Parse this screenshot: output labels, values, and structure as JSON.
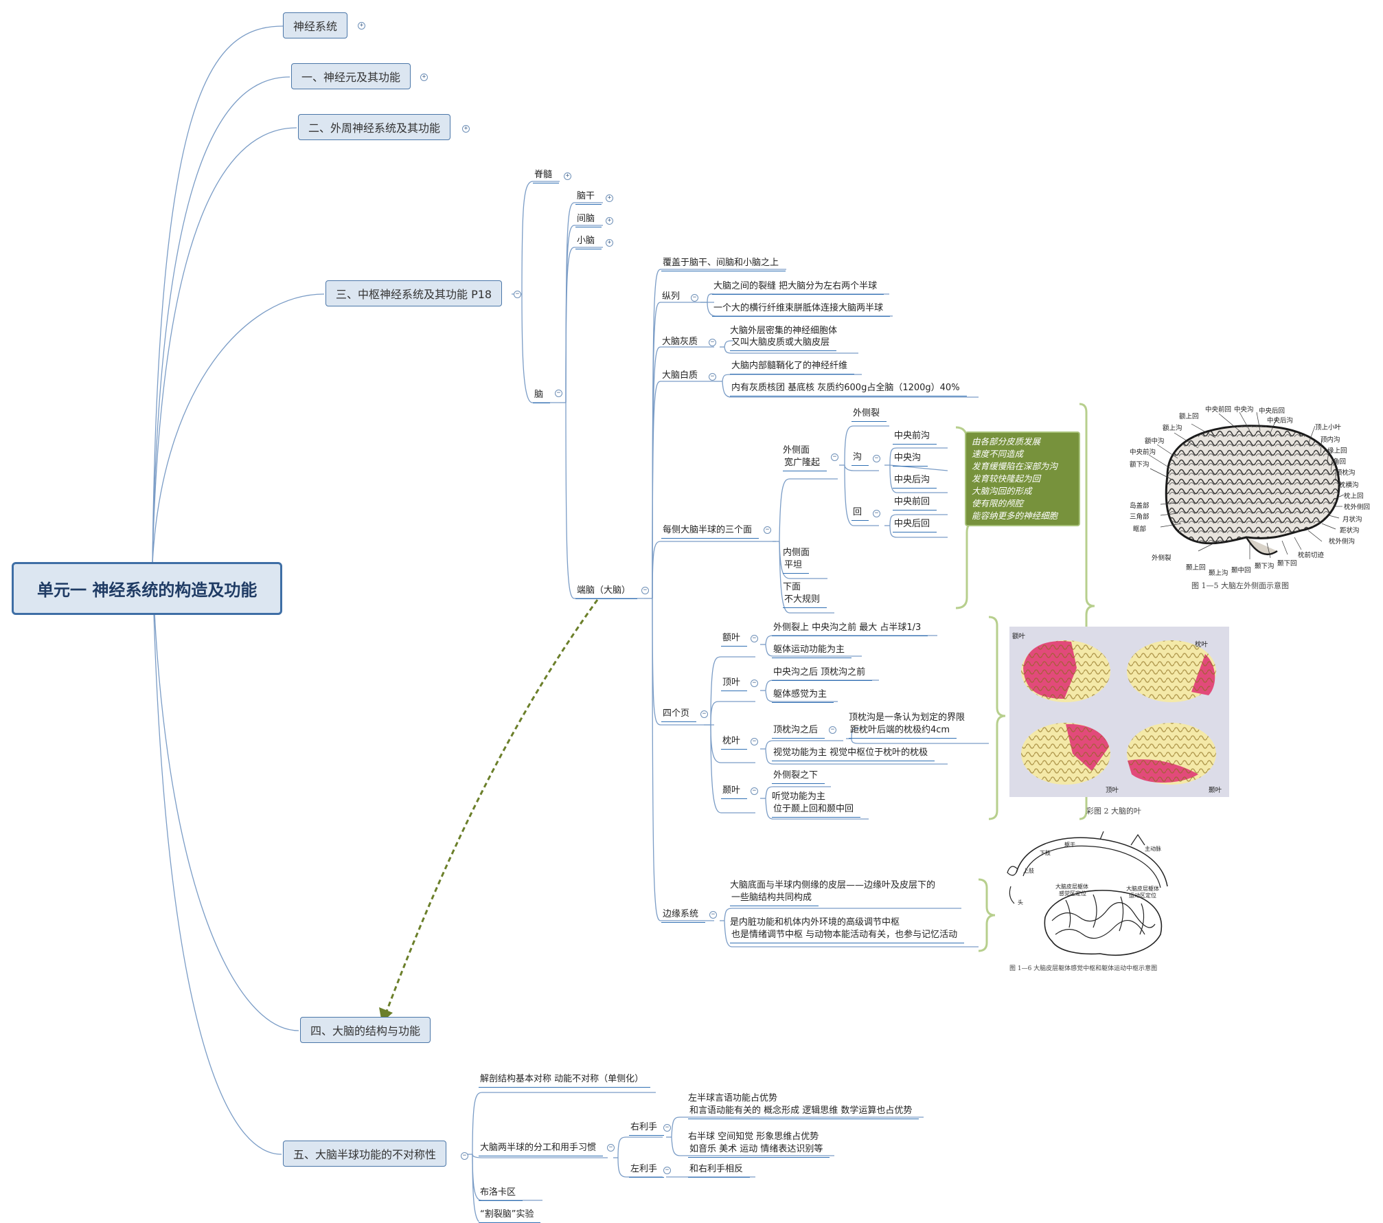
{
  "root": "单元一 神经系统的构造及功能",
  "topics": [
    "神经系统",
    "一、神经元及其功能",
    "二、外周神经系统及其功能",
    "三、中枢神经系统及其功能 P18",
    "四、大脑的结构与功能",
    "五、大脑半球功能的不对称性"
  ],
  "cns": {
    "spinal": "脊髓",
    "brain": "脑",
    "brainstem": "脑干",
    "diencephalon": "间脑",
    "cerebellum": "小脑",
    "cerebrum": "端脑（大脑）"
  },
  "cerebrum": {
    "cover": "覆盖于脑干、间脑和小脑之上",
    "fissure": "纵列",
    "fissure_items": [
      "大脑之间的裂缝 把大脑分为左右两个半球",
      "一个大的横行纤维束胼胝体连接大脑两半球"
    ],
    "gray": "大脑灰质",
    "gray_items": [
      "大脑外层密集的神经细胞体",
      "又叫大脑皮质或大脑皮层"
    ],
    "white": "大脑白质",
    "white_items": [
      "大脑内部髓鞘化了的神经纤维",
      "内有灰质核团 基底核  灰质约600g占全脑（1200g）40%"
    ],
    "three_faces": "每侧大脑半球的三个面",
    "lateral": [
      "外侧面",
      "宽广隆起"
    ],
    "lateral_fissure": "外侧裂",
    "sulcus": "沟",
    "sulcus_items": [
      "中央前沟",
      "中央沟",
      "中央后沟"
    ],
    "gyrus": "回",
    "gyrus_items": [
      "中央前回",
      "中央后回"
    ],
    "medial": [
      "内侧面",
      "平坦"
    ],
    "inferior": [
      "下面",
      "不大规则"
    ],
    "note": [
      "由各部分皮质发展",
      "速度不同造成",
      "发育缓慢陷在深部为沟",
      "发育较快隆起为回",
      "大脑沟回的形成",
      "使有限的颅腔",
      "能容纳更多的神经细胞"
    ],
    "four_lobes": "四个页",
    "frontal": "额叶",
    "frontal_items": [
      "外侧裂上 中央沟之前 最大 占半球1/3",
      "躯体运动功能为主"
    ],
    "parietal": "顶叶",
    "parietal_items": [
      "中央沟之后 顶枕沟之前",
      "躯体感觉为主"
    ],
    "occipital": "枕叶",
    "occipital_sub": "顶枕沟之后",
    "occipital_sub_items": [
      "顶枕沟是一条认为划定的界限",
      "距枕叶后端的枕极约4cm"
    ],
    "occipital_item": "视觉功能为主 视觉中枢位于枕叶的枕极",
    "temporal": "颞叶",
    "temporal_items": [
      "外侧裂之下",
      "听觉功能为主",
      "位于颞上回和颞中回"
    ],
    "limbic": "边缘系统",
    "limbic_items": [
      "大脑底面与半球内侧缘的皮层——边缘叶及皮层下的",
      "一些脑结构共同构成",
      "是内脏功能和机体内外环境的高级调节中枢",
      "也是情绪调节中枢 与动物本能活动有关，也参与记忆活动"
    ]
  },
  "asym": {
    "item1": "解剖结构基本对称 动能不对称（单侧化）",
    "item2": "大脑两半球的分工和用手习惯",
    "right_hand": "右利手",
    "right_items": [
      "左半球言语功能占优势",
      "和言语动能有关的 概念形成 逻辑思维 数学运算也占优势",
      "右半球 空间知觉 形象思维占优势",
      "如音乐 美术 运动 情绪表达识别等"
    ],
    "left_hand": "左利手",
    "left_item": "和右利手相反",
    "item3": "布洛卡区",
    "item4": "“割裂脑”实验"
  },
  "figures": {
    "fig1_caption": "图 1—5    大脑左外侧面示意图",
    "fig1_labels": [
      "中央前回",
      "中央沟",
      "中央后回",
      "中央后沟",
      "额上回",
      "额上沟",
      "顶上小叶",
      "额中沟",
      "顶内沟",
      "中央前沟",
      "额下沟",
      "缘上回",
      "角回",
      "顶枕沟",
      "枕横沟",
      "岛盖部",
      "枕上回",
      "三角部",
      "枕外侧回",
      "眶部",
      "月状沟",
      "距状沟",
      "枕外侧沟",
      "外侧裂",
      "枕前切迹",
      "颞上回",
      "颞上沟",
      "颞中回",
      "颞下沟",
      "颞下回"
    ],
    "fig2_caption": "彩图 2    大脑的叶",
    "fig2_labels": [
      "额叶",
      "枕叶",
      "顶叶",
      "颞叶"
    ],
    "fig3_caption": "图 1—6    大脑皮层躯体感觉中枢和躯体运动中枢示意图",
    "fig3_labels": [
      "大脑皮层躯体",
      "感觉区定位",
      "大脑皮层躯体",
      "运动区定位",
      "下肢",
      "躯干",
      "上肢",
      "头",
      "主动脉"
    ]
  },
  "colors": {
    "line": "#7a9cc6",
    "underline": "#2f6fb3",
    "node_fill": "#dce6f1",
    "note_fill": "#77923c",
    "bracket": "#b7cf8d",
    "relation": "#6b7f2a"
  }
}
